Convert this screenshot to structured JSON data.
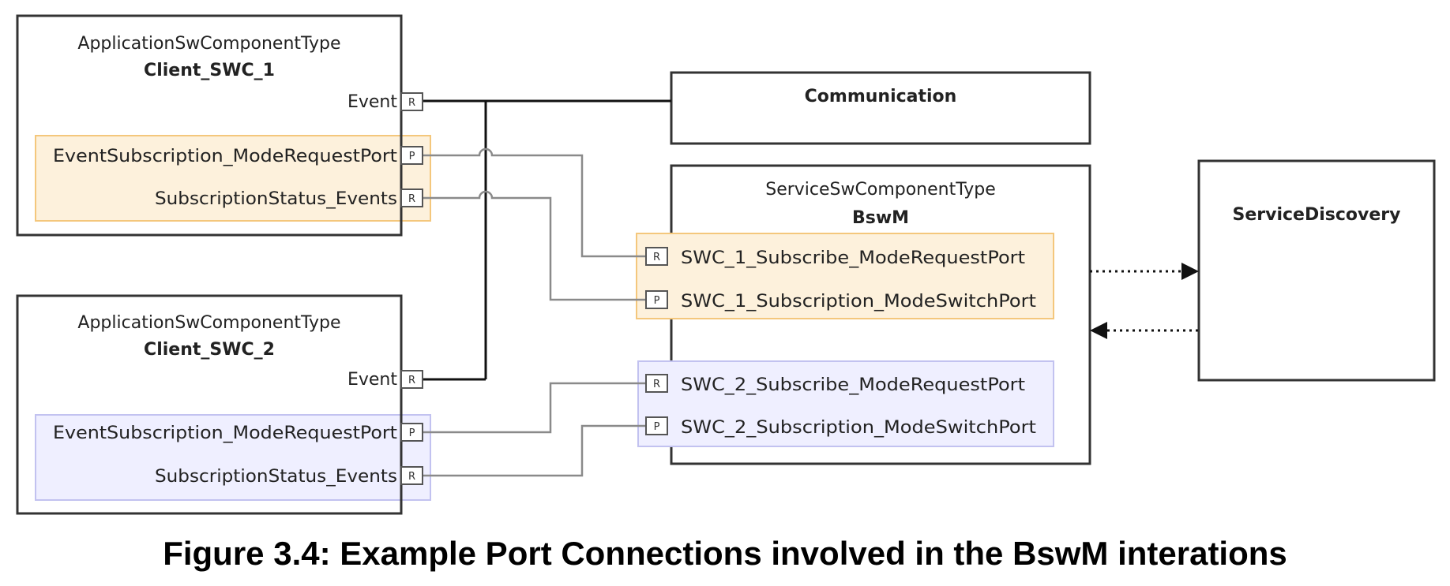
{
  "client1": {
    "type_label": "ApplicationSwComponentType",
    "name": "Client_SWC_1",
    "ports": {
      "event": {
        "label": "Event",
        "kind": "R"
      },
      "mode_request": {
        "label": "EventSubscription_ModeRequestPort",
        "kind": "P"
      },
      "status": {
        "label": "SubscriptionStatus_Events",
        "kind": "R"
      }
    }
  },
  "client2": {
    "type_label": "ApplicationSwComponentType",
    "name": "Client_SWC_2",
    "ports": {
      "event": {
        "label": "Event",
        "kind": "R"
      },
      "mode_request": {
        "label": "EventSubscription_ModeRequestPort",
        "kind": "P"
      },
      "status": {
        "label": "SubscriptionStatus_Events",
        "kind": "R"
      }
    }
  },
  "communication": {
    "name": "Communication"
  },
  "bswm": {
    "type_label": "ServiceSwComponentType",
    "name": "BswM",
    "ports": {
      "swc1_subscribe": {
        "label": "SWC_1_Subscribe_ModeRequestPort",
        "kind": "R"
      },
      "swc1_switch": {
        "label": "SWC_1_Subscription_ModeSwitchPort",
        "kind": "P"
      },
      "swc2_subscribe": {
        "label": "SWC_2_Subscribe_ModeRequestPort",
        "kind": "R"
      },
      "swc2_switch": {
        "label": "SWC_2_Subscription_ModeSwitchPort",
        "kind": "P"
      }
    }
  },
  "service_discovery": {
    "name": "ServiceDiscovery"
  },
  "colors": {
    "group_swc1_fill": "#fdf1dc",
    "group_swc1_border": "#f4c77c",
    "group_swc2_fill": "#efefff",
    "group_swc2_border": "#c2c2f0",
    "box_border": "#333333",
    "wire": "#8a8a8a",
    "bus": "#111111"
  },
  "caption": "Figure 3.4: Example Port Connections involved in the BswM interations"
}
